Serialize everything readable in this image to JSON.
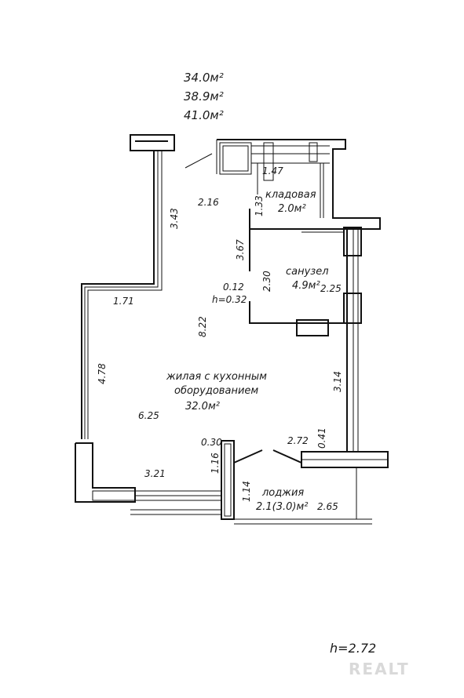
{
  "areas": {
    "living": "34.0м²",
    "total": "38.9м²",
    "total_with_loggia": "41.0м²"
  },
  "rooms": {
    "storage": {
      "name": "кладовая",
      "area": "2.0м²"
    },
    "bathroom": {
      "name": "санузел",
      "area": "4.9м²"
    },
    "living_line1": "жилая с кухонным",
    "living_line2": "оборудованием",
    "living_area": "32.0м²",
    "loggia": {
      "name": "лоджия",
      "area": "2.1(3.0)м²"
    }
  },
  "dimensions": {
    "d_147": "1.47",
    "d_216": "2.16",
    "d_343": "3.43",
    "d_133": "1.33",
    "d_367": "3.67",
    "d_230": "2.30",
    "d_012": "0.12",
    "d_h032": "h=0.32",
    "d_225": "2.25",
    "d_171": "1.71",
    "d_822": "8.22",
    "d_478": "4.78",
    "d_314": "3.14",
    "d_625": "6.25",
    "d_030": "0.30",
    "d_272": "2.72",
    "d_041": "0.41",
    "d_321": "3.21",
    "d_116": "1.16",
    "d_114": "1.14",
    "d_265": "2.65"
  },
  "ceiling_height": "h=2.72",
  "watermark": "REALT"
}
